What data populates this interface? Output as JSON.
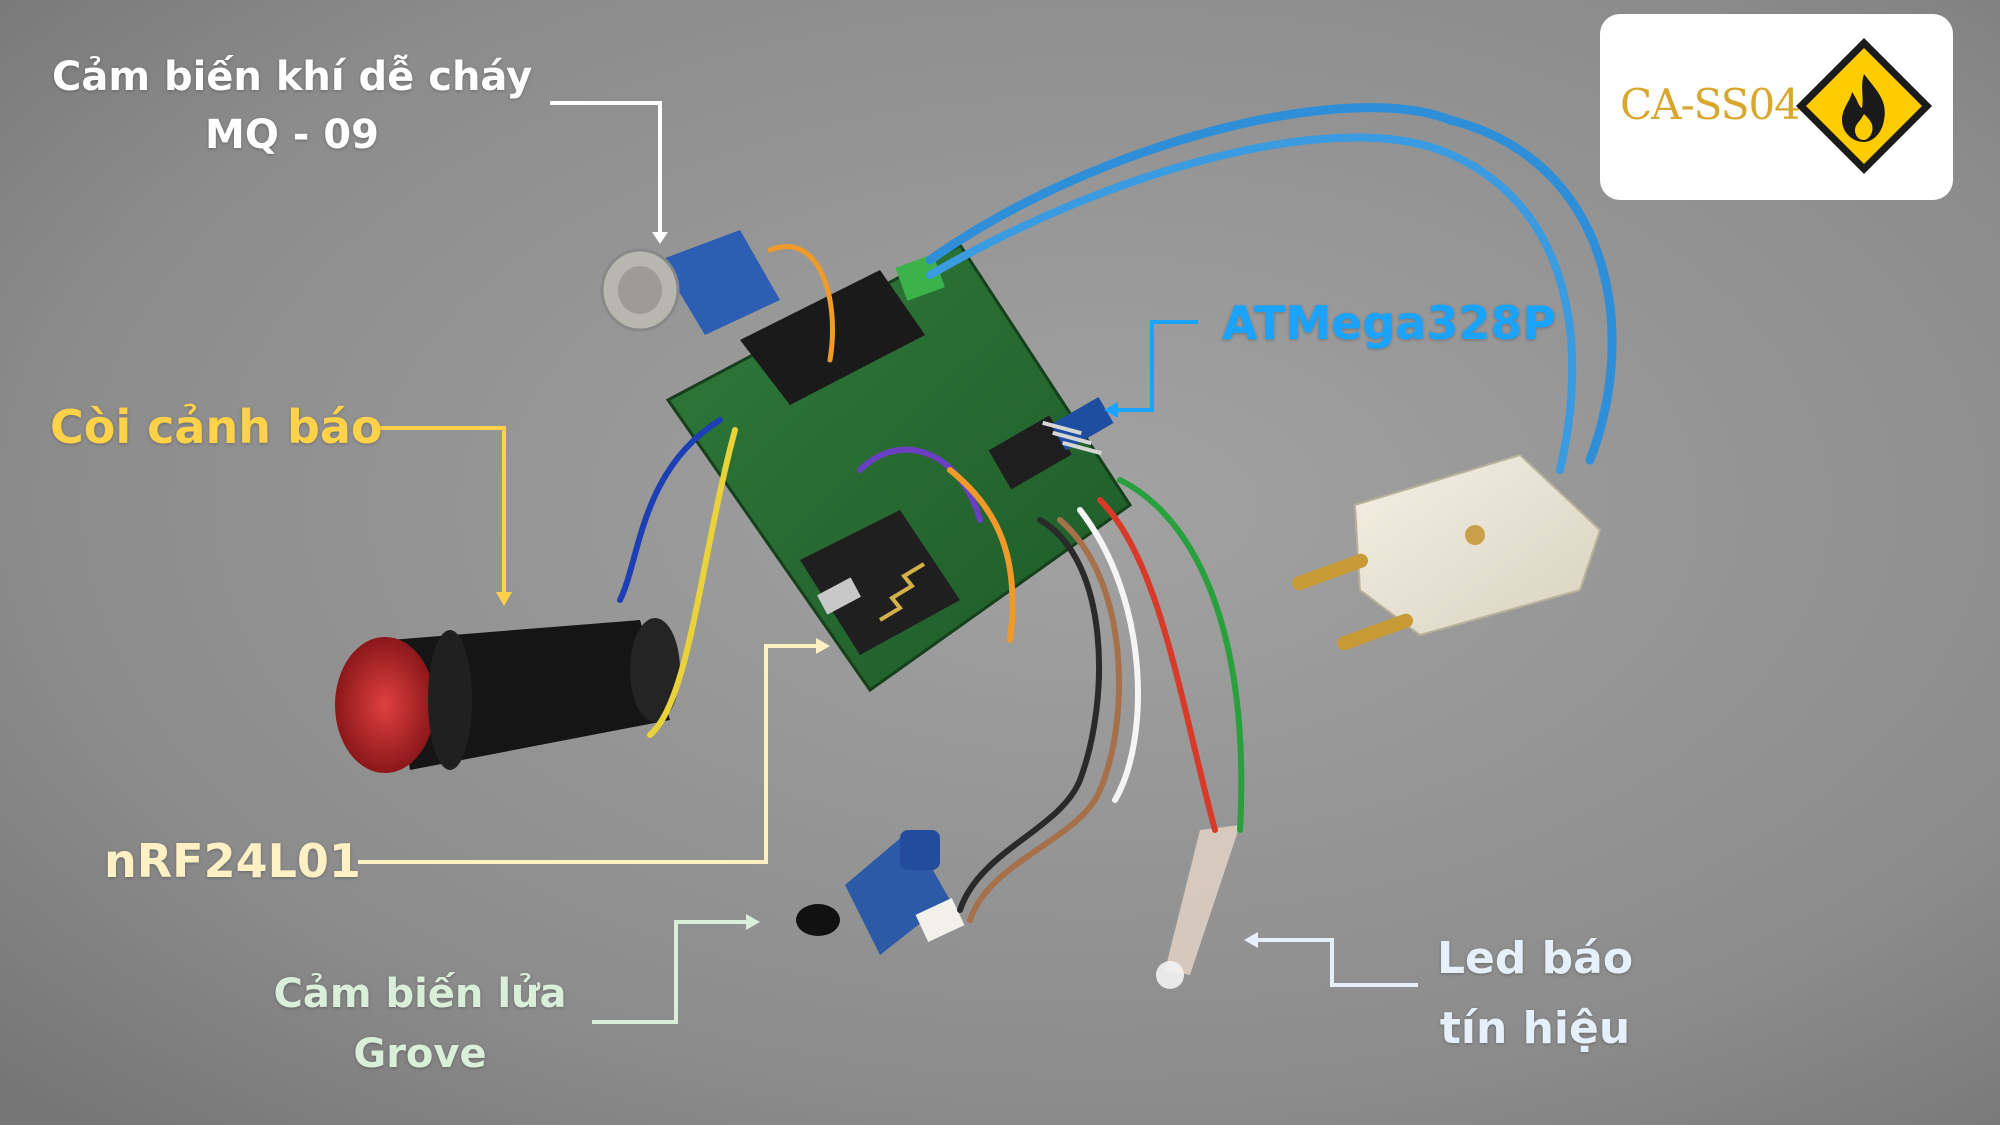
{
  "labels": {
    "gas_sensor_line1": "Cảm biến khí dễ cháy",
    "gas_sensor_line2": "MQ - 09",
    "mcu": "ATMega328P",
    "buzzer": "Còi cảnh báo",
    "radio": "nRF24L01",
    "flame_sensor_line1": "Cảm biến lửa",
    "flame_sensor_line2": "Grove",
    "led_line1": "Led báo",
    "led_line2": "tín hiệu"
  },
  "logo": {
    "text": "CA-SS04",
    "icon": "flame-warning-sign-icon"
  },
  "colors": {
    "background": "#8a8a8a",
    "label_white": "#ffffff",
    "label_mcu": "#1aa3ff",
    "label_buzzer": "#ffd24a",
    "label_radio": "#fff1c4",
    "label_flame": "#d9efd9",
    "label_led": "#e6f0fb",
    "logo_text": "#d8a72e",
    "sign_yellow": "#ffcc00"
  }
}
